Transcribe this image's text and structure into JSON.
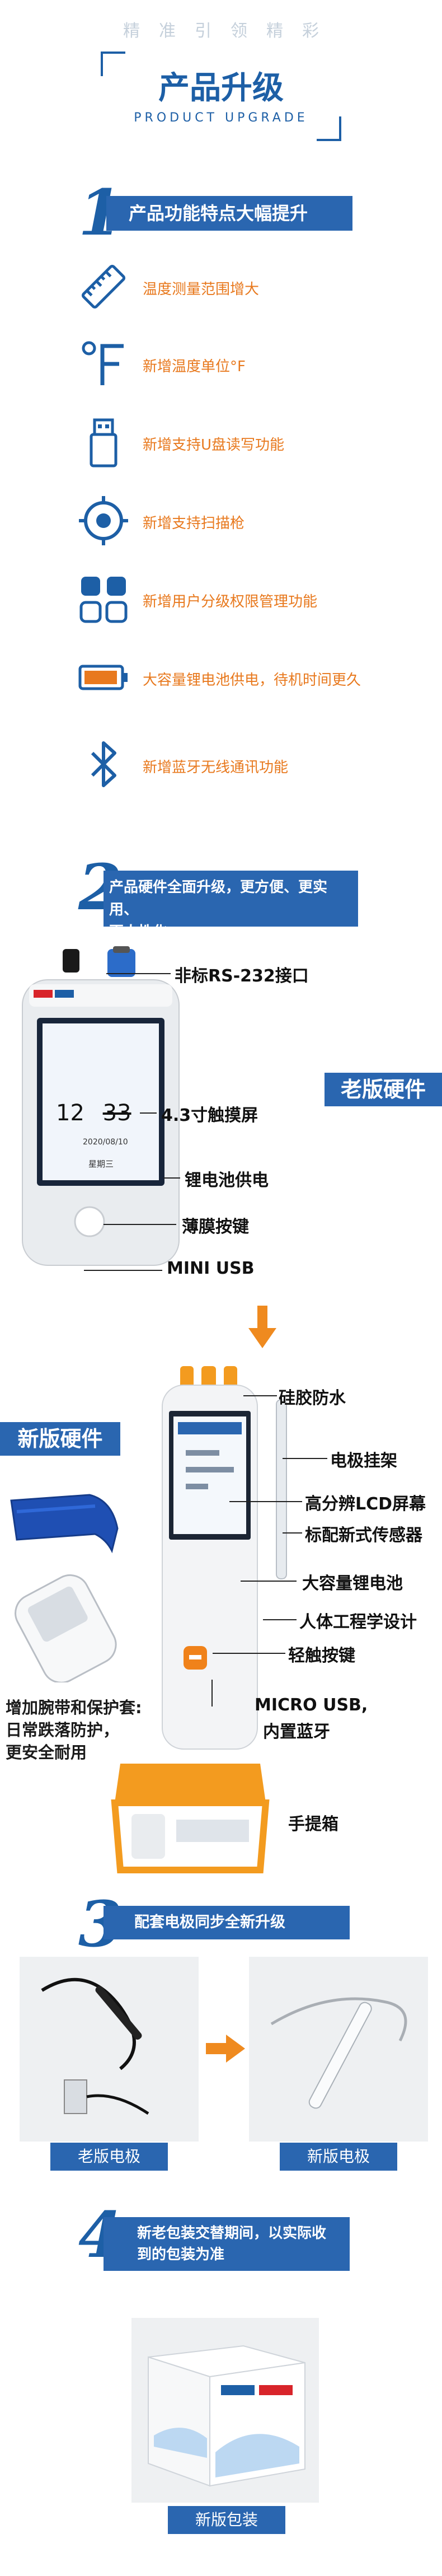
{
  "header": {
    "tagline": "精准引领精彩",
    "title": "产品升级",
    "subtitle": "PRODUCT UPGRADE"
  },
  "section1": {
    "number": "1",
    "title": "产品功能特点大幅提升",
    "features": [
      {
        "icon": "ruler-icon",
        "text": "温度测量范围增大"
      },
      {
        "icon": "fahrenheit-icon",
        "text": "新增温度单位°F"
      },
      {
        "icon": "usb-drive-icon",
        "text": "新增支持U盘读写功能"
      },
      {
        "icon": "target-icon",
        "text": "新增支持扫描枪"
      },
      {
        "icon": "apps-grid-icon",
        "text": "新增用户分级权限管理功能"
      },
      {
        "icon": "battery-icon",
        "text": "大容量锂电池供电，待机时间更久"
      },
      {
        "icon": "bluetooth-icon",
        "text": "新增蓝牙无线通讯功能"
      }
    ]
  },
  "section2": {
    "number": "2",
    "title_line1": "产品硬件全面升级，更方便、更实用、",
    "title_line2": "更人性化",
    "old": {
      "badge": "老版硬件",
      "screen_time_h": "12",
      "screen_time_m": "33",
      "screen_date": "2020/08/10",
      "screen_weekday": "星期三",
      "callouts": [
        "非标RS-232接口",
        "4.3寸触摸屏",
        "锂电池供电",
        "薄膜按键",
        "MINI USB"
      ]
    },
    "new": {
      "badge": "新版硬件",
      "callouts": [
        "硅胶防水",
        "电极挂架",
        "高分辨LCD屏幕",
        "标配新式传感器",
        "大容量锂电池",
        "人体工程学设计",
        "轻触按键",
        "MICRO USB,",
        "内置蓝牙"
      ],
      "strap_text_1": "增加腕带和保护套:",
      "strap_text_2": "日常跌落防护，",
      "strap_text_3": "更安全耐用",
      "case_label": "手提箱"
    }
  },
  "section3": {
    "number": "3",
    "title": "配套电极同步全新升级",
    "old_label": "老版电极",
    "new_label": "新版电极"
  },
  "section4": {
    "number": "4",
    "title_line1": "新老包装交替期间，以实际收",
    "title_line2": "到的包装为准",
    "package_label": "新版包装"
  },
  "colors": {
    "brand_blue": "#1d5fa6",
    "accent_orange": "#e8791e"
  }
}
